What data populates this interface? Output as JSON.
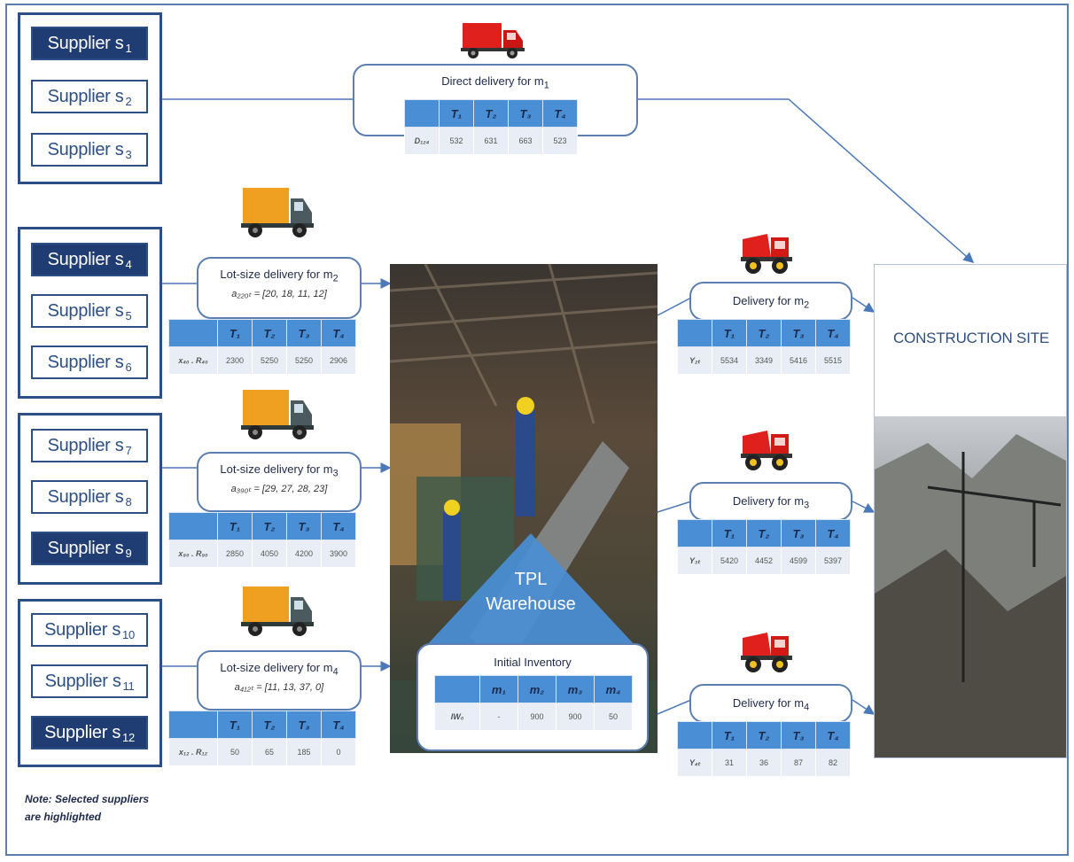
{
  "suppliers": {
    "s1": {
      "label": "Supplier s",
      "sub": "1"
    },
    "s2": {
      "label": "Supplier s",
      "sub": "2"
    },
    "s3": {
      "label": "Supplier s",
      "sub": "3"
    },
    "s4": {
      "label": "Supplier s",
      "sub": "4"
    },
    "s5": {
      "label": "Supplier s",
      "sub": "5"
    },
    "s6": {
      "label": "Supplier s",
      "sub": "6"
    },
    "s7": {
      "label": "Supplier s",
      "sub": "7"
    },
    "s8": {
      "label": "Supplier s",
      "sub": "8"
    },
    "s9": {
      "label": "Supplier s",
      "sub": "9"
    },
    "s10": {
      "label": "Supplier s",
      "sub": "10"
    },
    "s11": {
      "label": "Supplier s",
      "sub": "11"
    },
    "s12": {
      "label": "Supplier s",
      "sub": "12"
    }
  },
  "direct": {
    "title": "Direct delivery for m",
    "title_sub": "1",
    "headers": [
      "",
      "T₁",
      "T₂",
      "T₃",
      "T₄"
    ],
    "row_label": "D₁₂₄",
    "values": [
      "532",
      "631",
      "663",
      "523"
    ]
  },
  "lot1": {
    "title": "Lot-size delivery for m",
    "title_sub": "2",
    "formula": "a₂₂₀ₜ = [20, 18, 11, 12]",
    "headers": [
      "",
      "T₁",
      "T₂",
      "T₃",
      "T₄"
    ],
    "row_label": "x₄₀ . R₄₀",
    "values": [
      "2300",
      "5250",
      "5250",
      "2906"
    ]
  },
  "lot2": {
    "title": "Lot-size delivery for m",
    "title_sub": "3",
    "formula": "a₃₉₀ₜ = [29, 27, 28, 23]",
    "headers": [
      "",
      "T₁",
      "T₂",
      "T₃",
      "T₄"
    ],
    "row_label": "x₉₀ . R₉₀",
    "values": [
      "2850",
      "4050",
      "4200",
      "3900"
    ]
  },
  "lot3": {
    "title": "Lot-size delivery for m",
    "title_sub": "4",
    "formula": "a₄₁₂ₜ = [11, 13, 37, 0]",
    "headers": [
      "",
      "T₁",
      "T₂",
      "T₃",
      "T₄"
    ],
    "row_label": "x₁₂ . R₁₂",
    "values": [
      "50",
      "65",
      "185",
      "0"
    ]
  },
  "del1": {
    "title": "Delivery for m",
    "title_sub": "2",
    "headers": [
      "",
      "T₁",
      "T₂",
      "T₃",
      "T₄"
    ],
    "row_label": "Y₂ₜ",
    "values": [
      "5534",
      "3349",
      "5416",
      "5515"
    ]
  },
  "del2": {
    "title": "Delivery for m",
    "title_sub": "3",
    "headers": [
      "",
      "T₁",
      "T₂",
      "T₃",
      "T₄"
    ],
    "row_label": "Y₃ₜ",
    "values": [
      "5420",
      "4452",
      "4599",
      "5397"
    ]
  },
  "del3": {
    "title": "Delivery for m",
    "title_sub": "4",
    "headers": [
      "",
      "T₁",
      "T₂",
      "T₃",
      "T₄"
    ],
    "row_label": "Y₄ₜ",
    "values": [
      "31",
      "36",
      "87",
      "82"
    ]
  },
  "warehouse": {
    "label_line1": "TPL",
    "label_line2": "Warehouse",
    "inventory_title": "Initial Inventory",
    "headers": [
      "",
      "m₁",
      "m₂",
      "m₃",
      "m₄"
    ],
    "row_label": "IW₀",
    "values": [
      "-",
      "900",
      "900",
      "50"
    ]
  },
  "site": {
    "label": "CONSTRUCTION SITE"
  },
  "note": {
    "line1": "Note: Selected suppliers",
    "line2": "are highlighted"
  },
  "colors": {
    "accent": "#1f3c73",
    "table_header": "#4a8fd6",
    "border": "#2c4f86",
    "truck_red": "#e0201c",
    "truck_orange": "#f0a020"
  }
}
